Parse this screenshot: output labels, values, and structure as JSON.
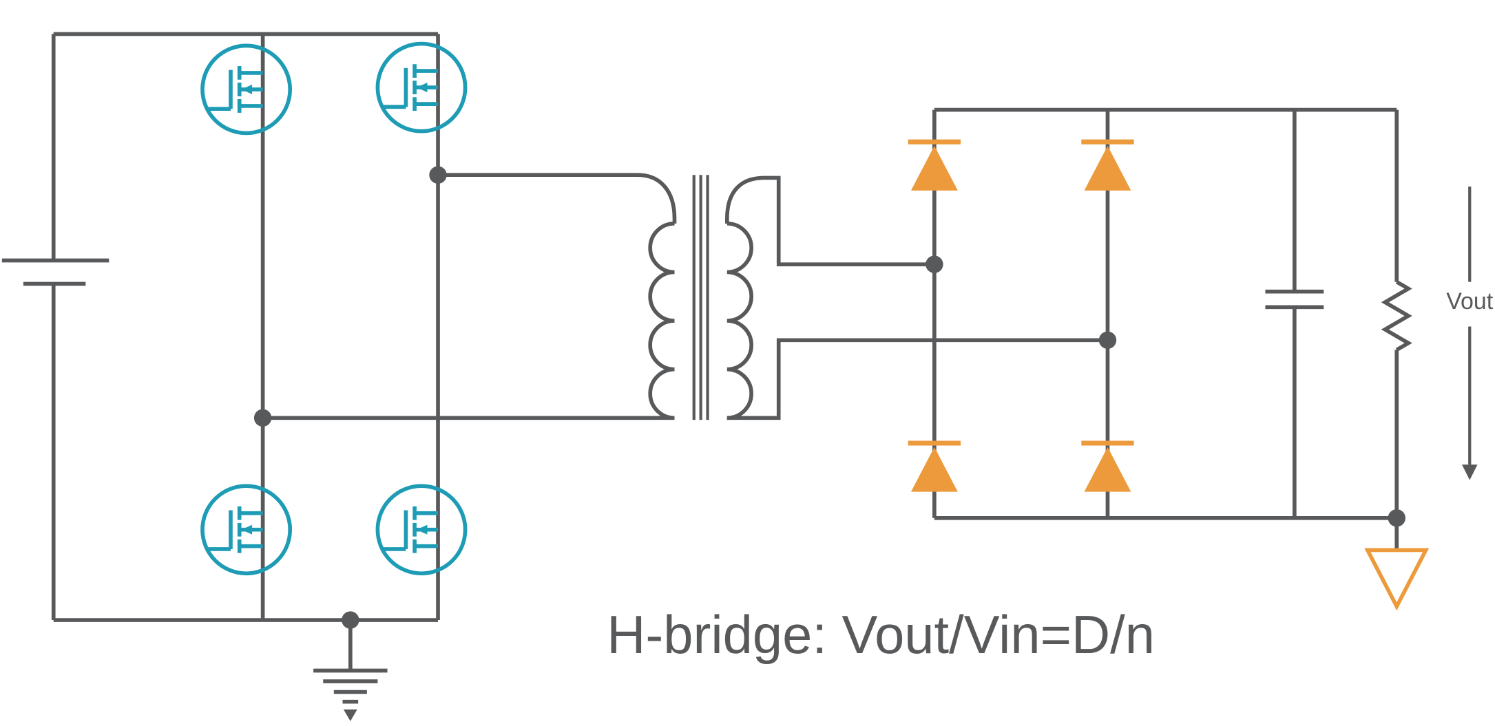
{
  "diagram": {
    "title": "H-bridge: Vout/Vin=D/n",
    "output_label": "Vout"
  },
  "colors": {
    "wire": "#58595B",
    "mosfet": "#1E9CB5",
    "diode": "#EC9A3C",
    "text": "#58595B",
    "background": "#FFFFFF"
  },
  "components": {
    "source": "dc-battery",
    "switches": [
      "mosfet-q1-top-left",
      "mosfet-q2-top-right",
      "mosfet-q3-bottom-left",
      "mosfet-q4-bottom-right"
    ],
    "transformer": "isolation-transformer",
    "rectifier": [
      "diode-top-left",
      "diode-top-right",
      "diode-bottom-left",
      "diode-bottom-right"
    ],
    "filter": "output-capacitor",
    "load": "load-resistor",
    "grounds": [
      "primary-earth-ground",
      "secondary-chassis-ground"
    ]
  }
}
